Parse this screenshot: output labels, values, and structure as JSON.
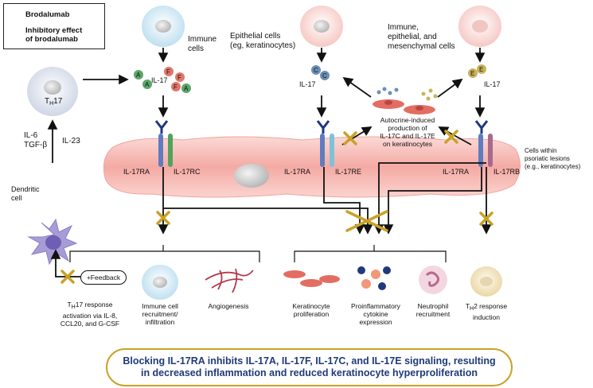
{
  "legend": {
    "drug": "Brodalumab",
    "effect": "Inhibitory effect\nof brodalumab"
  },
  "cells": {
    "immune": "Immune\ncells",
    "epithelial": "Epithelial cells\n(eg, keratinocytes)",
    "mixed": "Immune,\nepithelial, and\nmesenchymal cells",
    "th17": "H",
    "th17_main": "T",
    "th17_tail": "17",
    "dendritic": "Dendritic\ncell",
    "lesion": "Cells within\npsoriatic lesions\n(e.g., keratinocytes)"
  },
  "cytokines": {
    "il17_1": "IL-17",
    "il17_2": "IL-17",
    "il17_3": "IL-17",
    "letters_af": [
      "A",
      "A",
      "F",
      "F",
      "F",
      "A"
    ],
    "letters_c": [
      "C",
      "C"
    ],
    "letters_e": [
      "E",
      "E"
    ]
  },
  "signals": {
    "il6": "IL-6\nTGF-β",
    "il23": "IL-23"
  },
  "autocrine": "Autocrine-induced\nproduction of\nIL-17C and IL-17E\non keratinocytes",
  "receptors": {
    "r1a": "IL-17RA",
    "r1b": "IL-17RC",
    "r2a": "IL-17RA",
    "r2b": "IL-17RE",
    "r3a": "IL-17RA",
    "r3b": "IL-17RB"
  },
  "feedback": "+Feedback",
  "outcomes": {
    "th17resp_pre": "T",
    "th17resp_sub": "H",
    "th17resp_post": "17 response\nactivation via IL-8,\nCCL20, and G-CSF",
    "recruit": "Immune cell\nrecruitment/\ninfiltration",
    "angio": "Angiogenesis",
    "kprolif": "Keratinocyte\nproliferation",
    "cytokine": "Proinflammatory\ncytokine\nexpression",
    "neutro": "Neutrophil\nrecruitment",
    "th2_pre": "T",
    "th2_sub": "H",
    "th2_post": "2 response\ninduction"
  },
  "banner": "Blocking IL-17RA inhibits IL-17A, IL-17F, IL-17C, and IL-17E signaling, resulting\nin decreased inflammation and reduced keratinocyte hyperproliferation",
  "colors": {
    "cytokine_green": "#5aa66a",
    "cytokine_red": "#e0776b",
    "cytokine_blue": "#6d8fb5",
    "cytokine_gold": "#c9b35a",
    "inhibit": "#c9a227",
    "banner_text": "#1f3a7a",
    "lesion_fill": "#f6b6b1"
  }
}
